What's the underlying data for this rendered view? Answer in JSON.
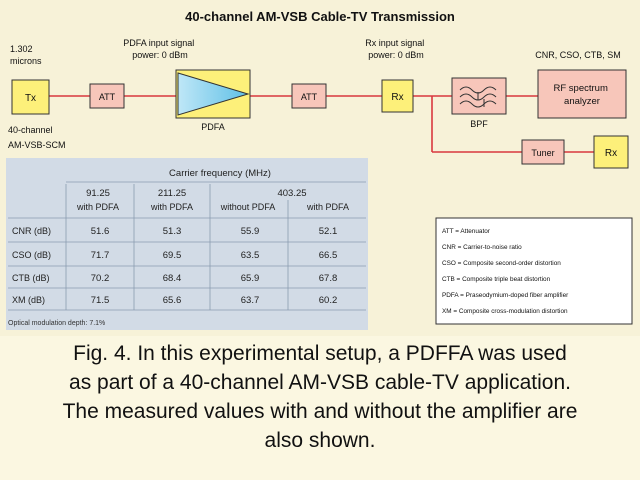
{
  "diagram": {
    "title": "40-channel AM-VSB Cable-TV Transmission",
    "wavelength_label": [
      "1.302",
      "microns"
    ],
    "tx_label": "Tx",
    "tx_caption": [
      "40-channel",
      "AM-VSB-SCM"
    ],
    "att1_label": "ATT",
    "pdfa_input_label": [
      "PDFA input signal",
      "power: 0 dBm"
    ],
    "pdfa_label": "PDFA",
    "att2_label": "ATT",
    "rx_input_label": [
      "Rx input signal",
      "power: 0 dBm"
    ],
    "rx_label": "Rx",
    "bpf_label": "BPF",
    "analyzer_top_label": "CNR, CSO, CTB, SM",
    "analyzer_label": [
      "RF spectrum",
      "analyzer"
    ],
    "tuner_label": "Tuner",
    "rx2_label": "Rx",
    "colors": {
      "line": "#d9383e",
      "box_yellow": "#fdf07a",
      "box_pink": "#f7c6ba",
      "pdfa_blue": "#8fd3ee",
      "table_bg": "#d2dbe6"
    }
  },
  "table": {
    "header_group": "Carrier frequency (MHz)",
    "freq_a": "91.25",
    "freq_b": "211.25",
    "freq_c": "403.25",
    "columns": [
      "with PDFA",
      "with PDFA",
      "without PDFA",
      "with PDFA"
    ],
    "rows": [
      {
        "label": "CNR (dB)",
        "values": [
          "51.6",
          "51.3",
          "55.9",
          "52.1"
        ]
      },
      {
        "label": "CSO (dB)",
        "values": [
          "71.7",
          "69.5",
          "63.5",
          "66.5"
        ]
      },
      {
        "label": "CTB (dB)",
        "values": [
          "70.2",
          "68.4",
          "65.9",
          "67.8"
        ]
      },
      {
        "label": "XM (dB)",
        "values": [
          "71.5",
          "65.6",
          "63.7",
          "60.2"
        ]
      }
    ],
    "footnote": "Optical modulation depth: 7.1%"
  },
  "legend": {
    "items": [
      "ATT = Attenuator",
      "CNR = Carrier-to-noise ratio",
      "CSO = Composite second-order distortion",
      "CTB = Composite triple beat distortion",
      "PDFA = Praseodymium-doped fiber amplifier",
      "XM = Composite cross-modulation distortion"
    ]
  },
  "caption": {
    "lines": [
      "Fig. 4. In this experimental setup, a PDFFA was used",
      "as part of a 40-channel AM-VSB cable-TV application.",
      "The measured values with and without the amplifier are",
      "also shown."
    ]
  }
}
